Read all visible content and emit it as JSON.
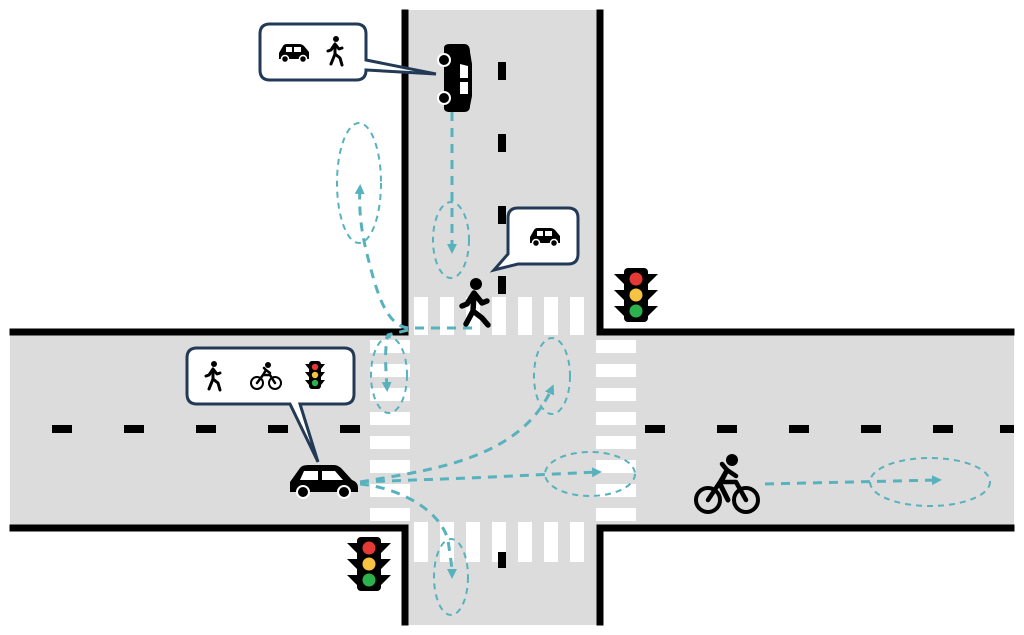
{
  "diagram": {
    "type": "traffic-intersection-scenario",
    "colors": {
      "road": "#dcdcdc",
      "curb": "#000000",
      "crosswalk": "#ffffff",
      "trajectory": "#58b2bd",
      "bubble_border": "#233a57",
      "light_red": "#e53935",
      "light_yellow": "#f6c343",
      "light_green": "#2bb24c"
    },
    "agents": [
      {
        "id": "car-top",
        "kind": "car",
        "heading": "south",
        "perceives": [
          "car-icon",
          "pedestrian-icon"
        ]
      },
      {
        "id": "pedestrian",
        "kind": "pedestrian",
        "heading": "east",
        "perceives": [
          "car-icon"
        ]
      },
      {
        "id": "car-left",
        "kind": "car",
        "heading": "east",
        "perceives": [
          "pedestrian-icon",
          "bicycle-icon",
          "traffic-light-icon"
        ]
      },
      {
        "id": "cyclist",
        "kind": "bicycle",
        "heading": "east",
        "perceives": []
      }
    ],
    "traffic_lights": [
      {
        "id": "light-northeast",
        "states": [
          "red",
          "yellow",
          "green"
        ]
      },
      {
        "id": "light-southwest",
        "states": [
          "red",
          "yellow",
          "green"
        ]
      }
    ]
  }
}
